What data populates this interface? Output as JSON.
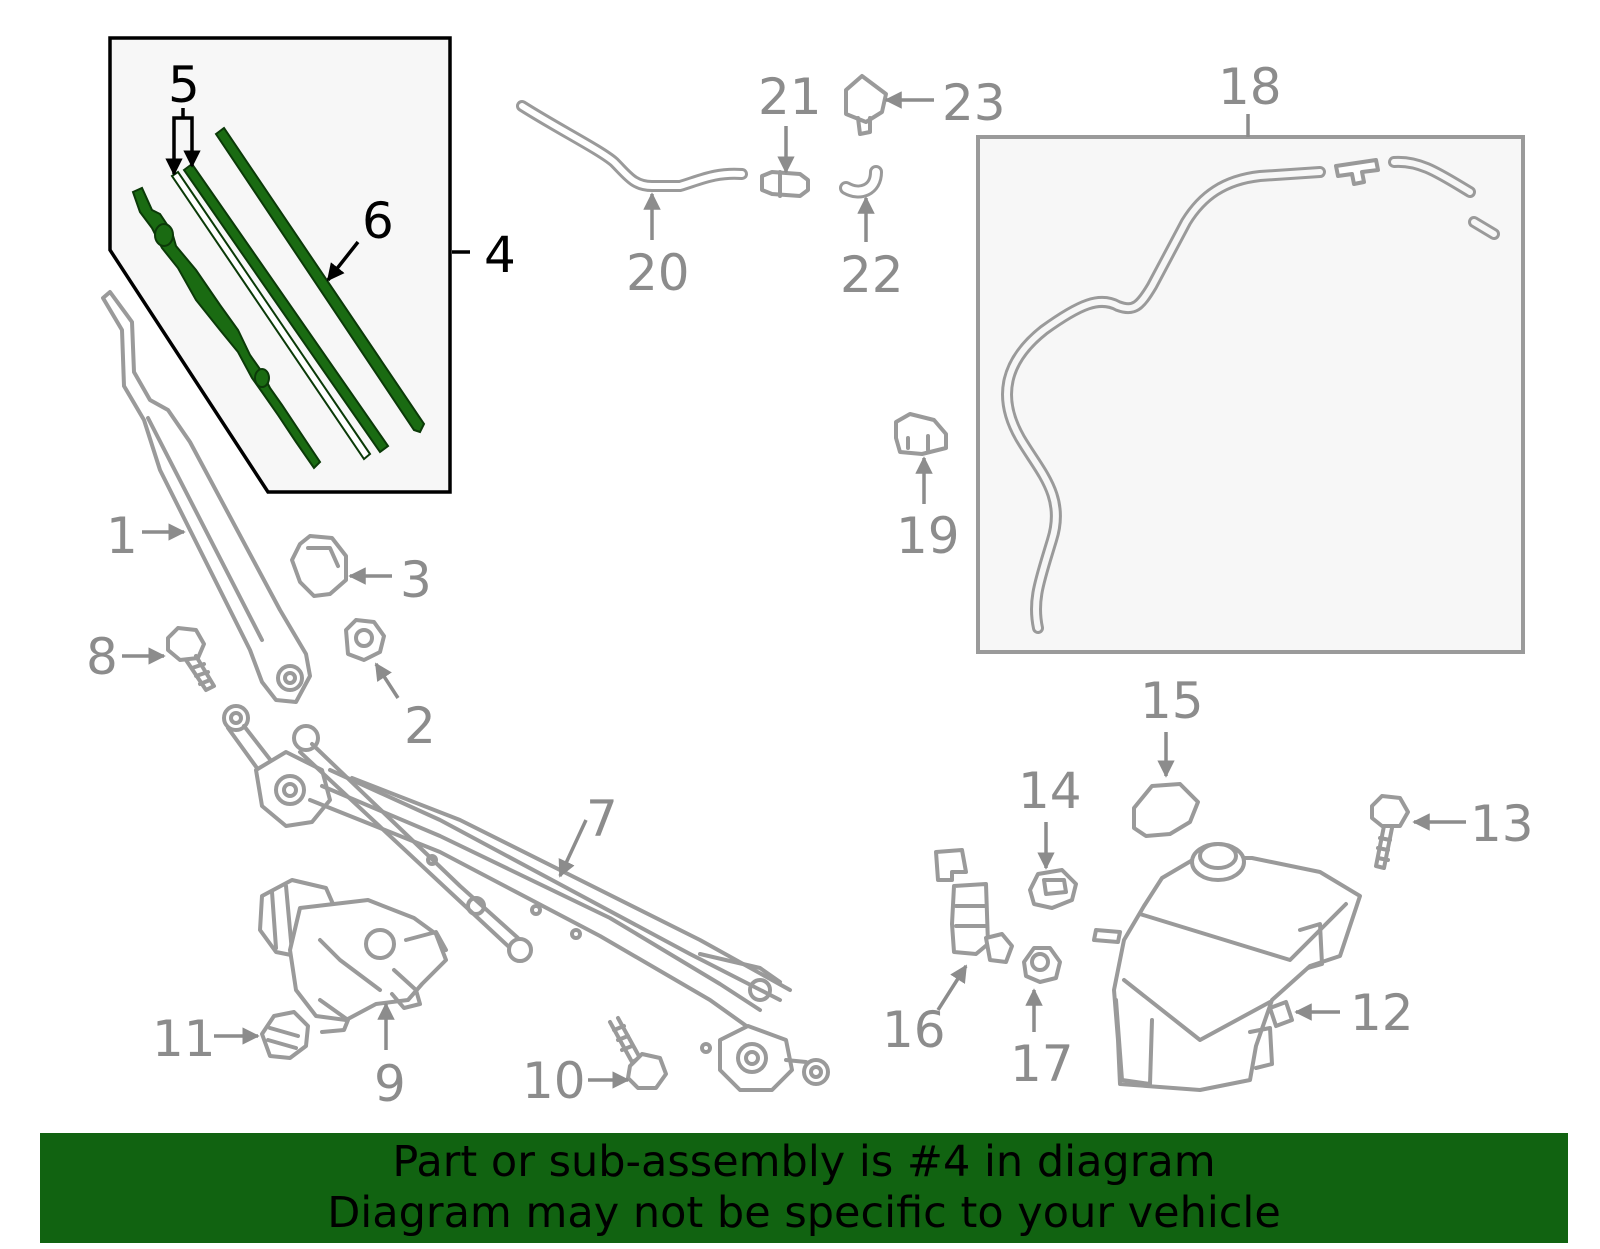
{
  "colors": {
    "highlight": "#1a6b12",
    "banner_background": "#116311",
    "parts_stroke": "#9a9a9a",
    "callout_text": "#8c8c8c",
    "inset_background": "#f7f7f7"
  },
  "callouts": [
    {
      "id": "c1",
      "label": "1"
    },
    {
      "id": "c2",
      "label": "2"
    },
    {
      "id": "c3",
      "label": "3"
    },
    {
      "id": "c4",
      "label": "4"
    },
    {
      "id": "c5",
      "label": "5"
    },
    {
      "id": "c6",
      "label": "6"
    },
    {
      "id": "c7",
      "label": "7"
    },
    {
      "id": "c8",
      "label": "8"
    },
    {
      "id": "c9",
      "label": "9"
    },
    {
      "id": "c10",
      "label": "10"
    },
    {
      "id": "c11",
      "label": "11"
    },
    {
      "id": "c12",
      "label": "12"
    },
    {
      "id": "c13",
      "label": "13"
    },
    {
      "id": "c14",
      "label": "14"
    },
    {
      "id": "c15",
      "label": "15"
    },
    {
      "id": "c16",
      "label": "16"
    },
    {
      "id": "c17",
      "label": "17"
    },
    {
      "id": "c18",
      "label": "18"
    },
    {
      "id": "c19",
      "label": "19"
    },
    {
      "id": "c20",
      "label": "20"
    },
    {
      "id": "c21",
      "label": "21"
    },
    {
      "id": "c22",
      "label": "22"
    },
    {
      "id": "c23",
      "label": "23"
    }
  ],
  "highlighted_callout": "4",
  "banner": {
    "line1": "Part or sub-assembly is #4 in diagram",
    "line2": "Diagram may not be specific to your vehicle"
  }
}
